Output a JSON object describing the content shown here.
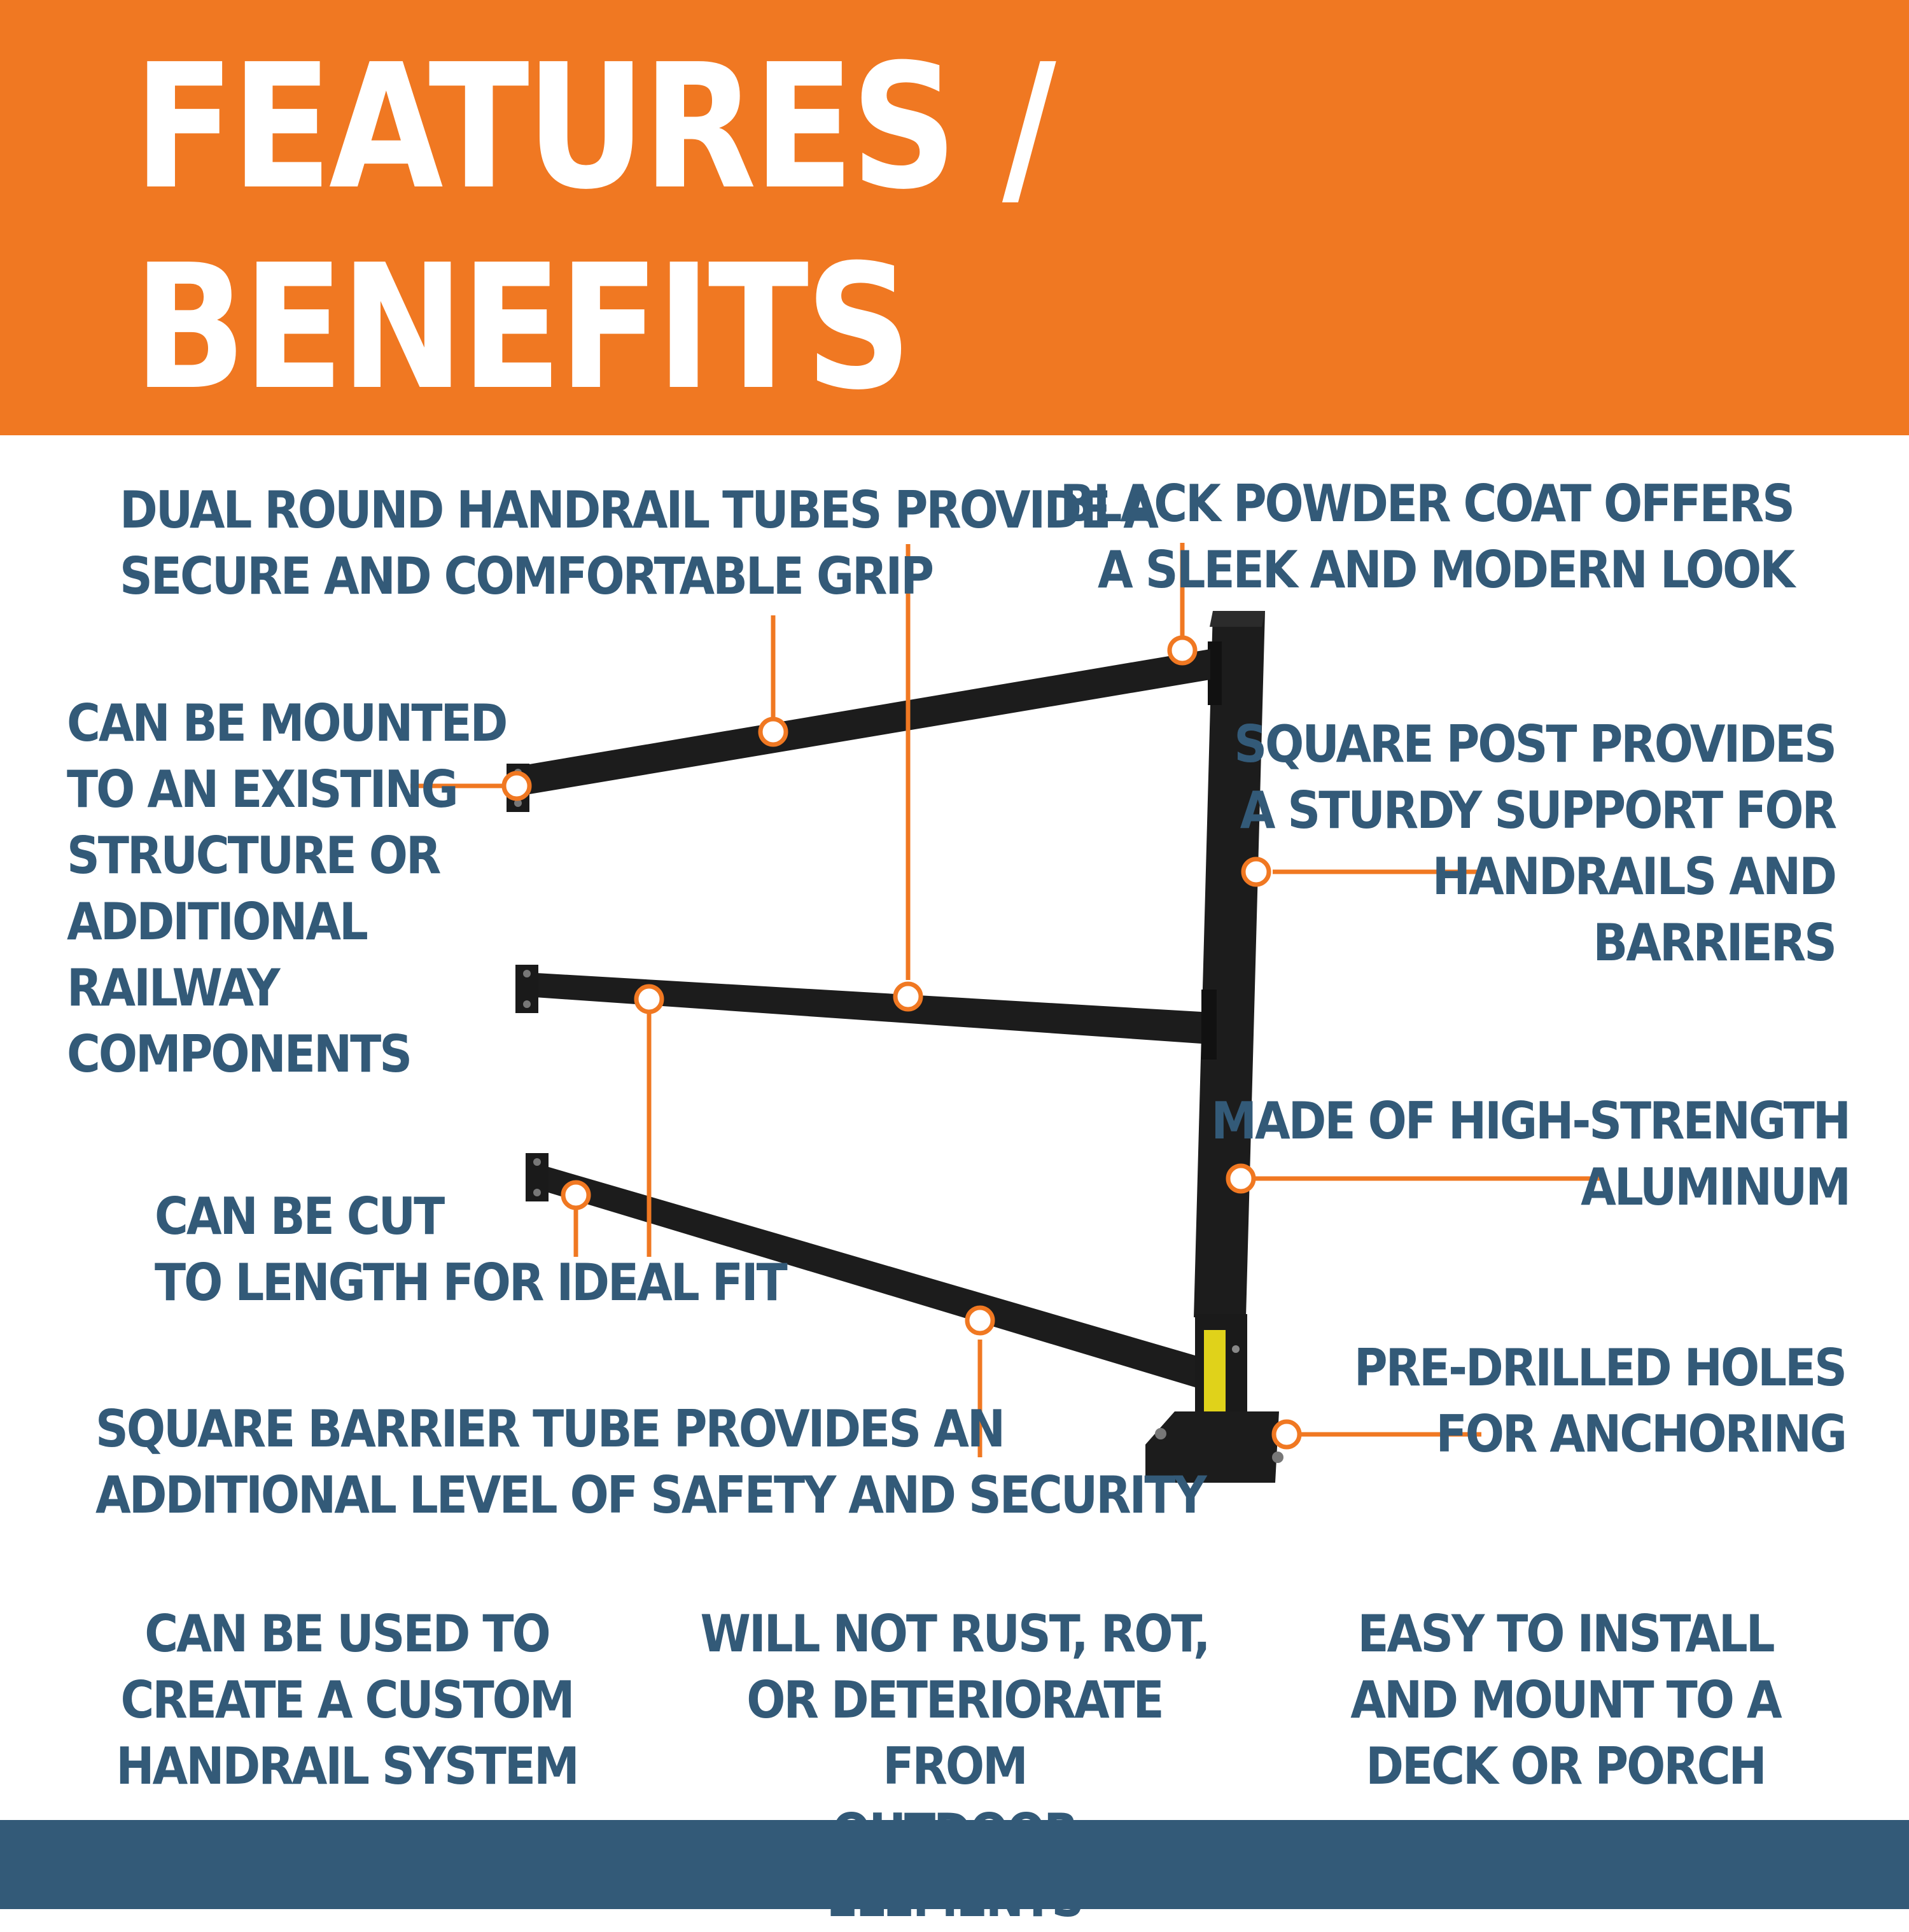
{
  "header": {
    "title": "FEATURES / BENEFITS"
  },
  "colors": {
    "accent": "#F07822",
    "text": "#335A78",
    "rail": "#1C1C1C"
  },
  "callouts": {
    "dual_tubes": "DUAL ROUND HANDRAIL TUBES PROVIDE A\nSECURE AND COMFORTABLE GRIP",
    "powder_coat": "BLACK POWDER COAT OFFERS\nA SLEEK AND MODERN LOOK",
    "mounted": "CAN BE MOUNTED\nTO AN EXISTING\nSTRUCTURE OR\nADDITIONAL\nRAILWAY\nCOMPONENTS",
    "square_post": "SQUARE POST PROVIDES\nA STURDY SUPPORT FOR\nHANDRAILS AND\nBARRIERS",
    "aluminum": "MADE OF HIGH-STRENGTH\nALUMINUM",
    "cut_length": "CAN BE CUT\nTO LENGTH FOR IDEAL FIT",
    "predrilled": "PRE-DRILLED HOLES\nFOR ANCHORING",
    "barrier_tube": "SQUARE BARRIER TUBE PROVIDES AN\nADDITIONAL LEVEL OF SAFETY AND SECURITY"
  },
  "benefits": [
    "CAN BE USED TO\nCREATE A CUSTOM\nHANDRAIL SYSTEM",
    "WILL NOT RUST, ROT,\nOR DETERIORATE FROM\nOUTDOOR ELEMENTS",
    "EASY TO INSTALL\nAND MOUNT TO A\nDECK OR PORCH"
  ]
}
